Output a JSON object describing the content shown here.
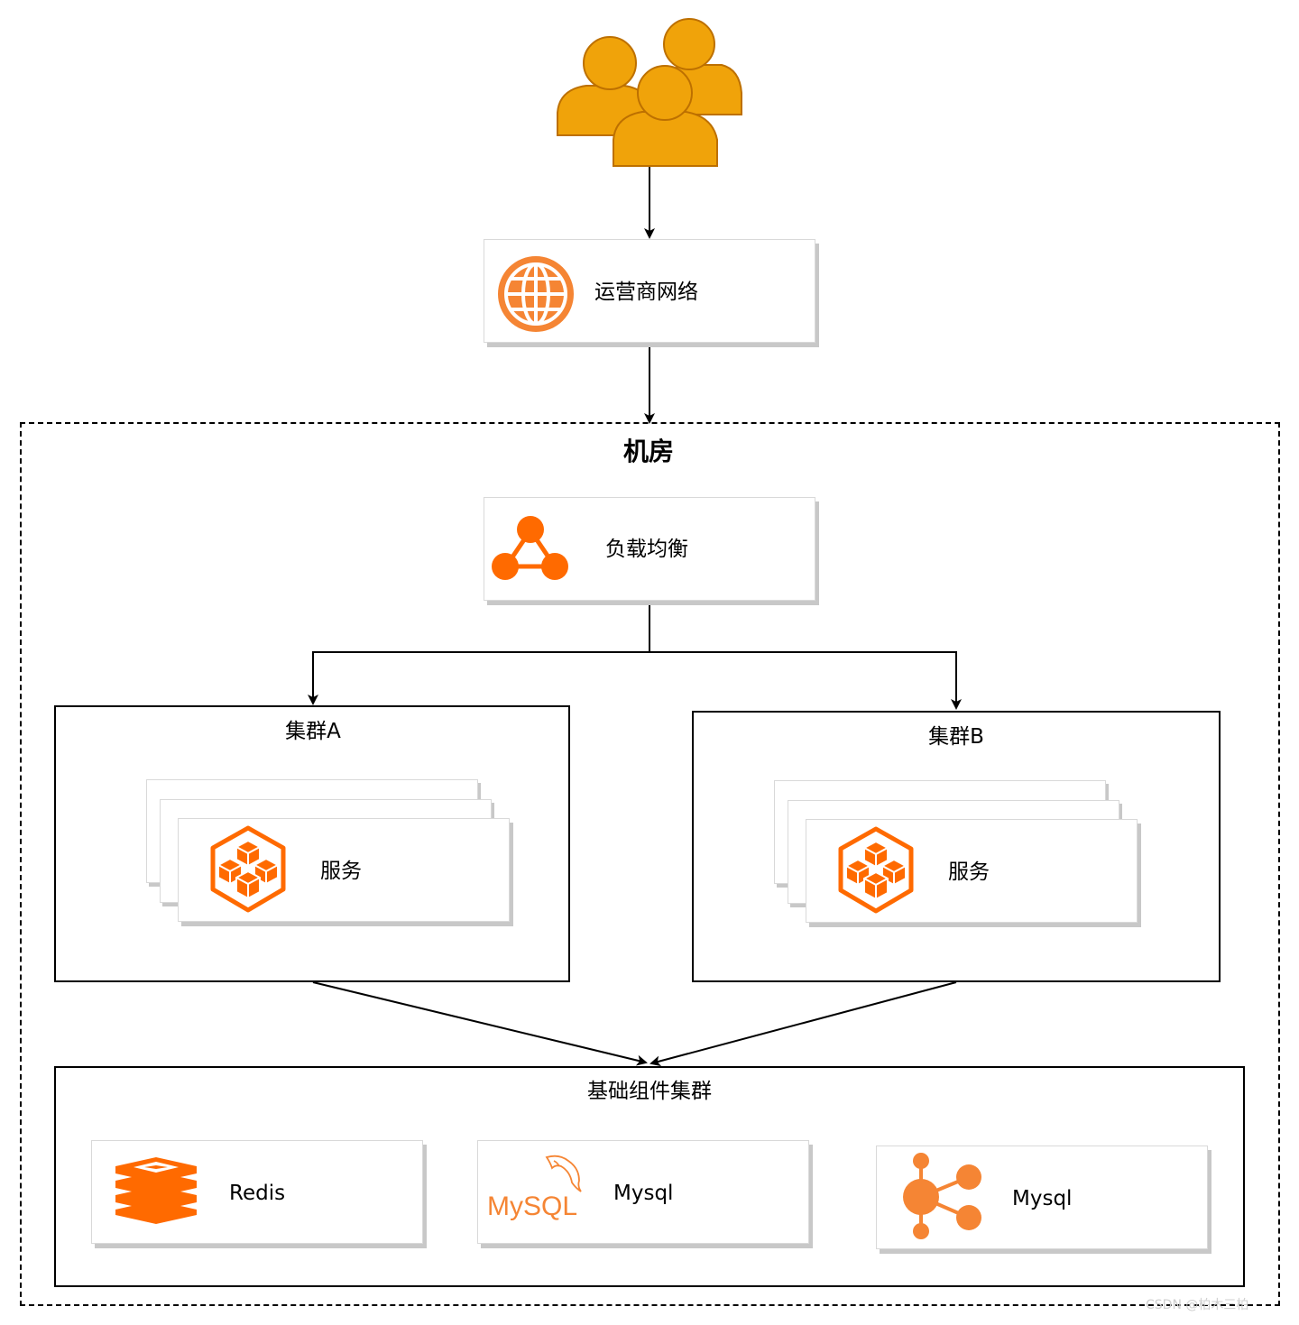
{
  "nodes": {
    "network": {
      "label": "运营商网络",
      "icon": "globe-icon"
    },
    "datacenter": {
      "label": "机房"
    },
    "load_balancer": {
      "label": "负载均衡",
      "icon": "load-balancer-icon"
    },
    "cluster_a": {
      "label": "集群A",
      "service_label": "服务",
      "icon": "service-cube-icon"
    },
    "cluster_b": {
      "label": "集群B",
      "service_label": "服务",
      "icon": "service-cube-icon"
    },
    "base_cluster": {
      "label": "基础组件集群",
      "components": [
        {
          "label": "Redis",
          "icon": "redis-icon"
        },
        {
          "label": "Mysql",
          "icon": "mysql-icon",
          "icon_text": "MySQL"
        },
        {
          "label": "Mysql",
          "icon": "hub-nodes-icon"
        }
      ]
    },
    "users": {
      "icon": "users-group-icon"
    }
  },
  "colors": {
    "user_fill": "#F0A30A",
    "user_stroke": "#BD7000",
    "accent_orange": "#F58534",
    "icon_orange": "#FF6A00"
  },
  "watermark": "CSDN @柏木三柏"
}
